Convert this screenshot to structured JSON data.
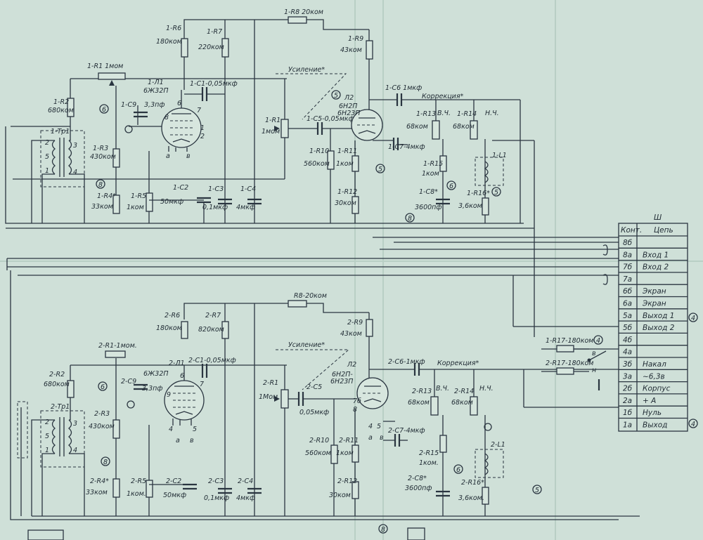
{
  "upper": {
    "r1": "1-R1 1мом",
    "r2": "1-R2",
    "r2v": "680ком",
    "r3": "1-R3",
    "r3v": "430ком",
    "r4": "1-R4*",
    "r4v": "33ком",
    "r5": "1-R5",
    "r5v": "1ком",
    "r6": "1-R6",
    "r6v": "180ком",
    "r7": "1-R7",
    "r7v": "220ком",
    "r8": "1-R8 20ком",
    "r9": "1-R9",
    "r9v": "43ком",
    "rr1": "1-R1",
    "rr1v": "1мом",
    "r10": "1-R10",
    "r10v": "560ком",
    "r11": "1-R11",
    "r11v": "1ком",
    "r12": "1-R12",
    "r12v": "30ком",
    "r13": "1-R13",
    "r13v": "68ком",
    "r14": "1-R14",
    "r14v": "68ком",
    "r15": "1-R15",
    "r15v": "1ком",
    "r16": "1-R16*",
    "r16v": "3,6ком",
    "c1": "1-C1-0,05мкф",
    "c2": "1-C2",
    "c2v": "50мкф",
    "c3": "1-C3",
    "c3v": "0,1мкф",
    "c4": "1-C4",
    "c4v": "4мкф",
    "c5": "1-C5-0,05мкф",
    "c6": "1-C6 1мкф",
    "c7": "1-C7-4мкф",
    "c8": "1-C8*",
    "c8v": "3600пф",
    "c9": "1-C9",
    "c9v": "3,3пф",
    "tube1": "1-Л1",
    "tube1t": "6Ж32П",
    "tube2": "Л2",
    "tube2t1": "6Н2П",
    "tube2t2": "6Н23П",
    "tr": "1-Тр1",
    "l1": "1-L1",
    "gain": "Усиление*",
    "corr": "Коррекция*",
    "vch": "В.Ч.",
    "nch": "Н.Ч."
  },
  "lower": {
    "r1": "2-R1-1мом.",
    "r2": "2-R2",
    "r2v": "680ком",
    "r3": "2-R3",
    "r3v": "430ком",
    "r4": "2-R4*",
    "r4v": "33ком",
    "r5": "2-R5",
    "r5v": "1ком.",
    "r6": "2-R6",
    "r6v": "180ком",
    "r7": "2-R7",
    "r7v": "820ком",
    "r8": "R8-20ком",
    "r9": "2-R9",
    "r9v": "43ком",
    "rr1": "2-R1",
    "rr1v": "1Мом",
    "r10": "2-R10",
    "r10v": "560ком",
    "r11": "2-R11",
    "r11v": "1ком",
    "r12": "2-R12",
    "r12v": "30ком",
    "r13": "2-R13",
    "r13v": "68ком",
    "r14": "2-R14",
    "r14v": "68ком",
    "r15": "2-R15",
    "r15v": "1ком.",
    "r16": "2-R16*",
    "r16v": "3,6ком.",
    "c1": "2-C1-0,05мкф",
    "c2": "2-C2",
    "c2v": "50мкф",
    "c3": "2-C3",
    "c3v": "0,1мкф",
    "c4": "2-C4",
    "c4v": "4мкф",
    "c5": "2-C5",
    "c5v": "0,05мкф",
    "c6": "2-C6-1мкф",
    "c7": "2-C7-4мкф",
    "c8": "2-C8*",
    "c8v": "3600пф",
    "c9": "2-C9",
    "c9v": "3,3пф",
    "tube1": "2-Л1",
    "tube1t": "6Ж32П",
    "tube2": "Л2",
    "tube2t1": "6Н2П-",
    "tube2t2": "6Н23П",
    "tr": "2-Тр1",
    "l1": "2-L1",
    "gain": "Усиление*",
    "corr": "Коррекция*",
    "vch": "В.Ч.",
    "nch": "Н.Ч."
  },
  "shared": {
    "r17a": "1-R17-180ком",
    "r17b": "2-R17-180ком",
    "sw_v": "в",
    "sw_n": "н"
  },
  "connector": {
    "title": "Ш",
    "col1": "Конт.",
    "col2": "Цепь",
    "rows": [
      {
        "pin": "8б",
        "net": ""
      },
      {
        "pin": "8а",
        "net": "Вход 1"
      },
      {
        "pin": "7б",
        "net": "Вход 2"
      },
      {
        "pin": "7а",
        "net": ""
      },
      {
        "pin": "6б",
        "net": "Экран"
      },
      {
        "pin": "6а",
        "net": "Экран"
      },
      {
        "pin": "5а",
        "net": "Выход 1"
      },
      {
        "pin": "5б",
        "net": "Выход 2"
      },
      {
        "pin": "4б",
        "net": ""
      },
      {
        "pin": "4а",
        "net": ""
      },
      {
        "pin": "3б",
        "net": "Накал"
      },
      {
        "pin": "3а",
        "net": "~6,3в"
      },
      {
        "pin": "2б",
        "net": "Корпус"
      },
      {
        "pin": "2а",
        "net": "+ А"
      },
      {
        "pin": "1б",
        "net": "Нуль"
      },
      {
        "pin": "1а",
        "net": "Выход"
      }
    ]
  },
  "markers": [
    "4",
    "5",
    "6",
    "8"
  ]
}
